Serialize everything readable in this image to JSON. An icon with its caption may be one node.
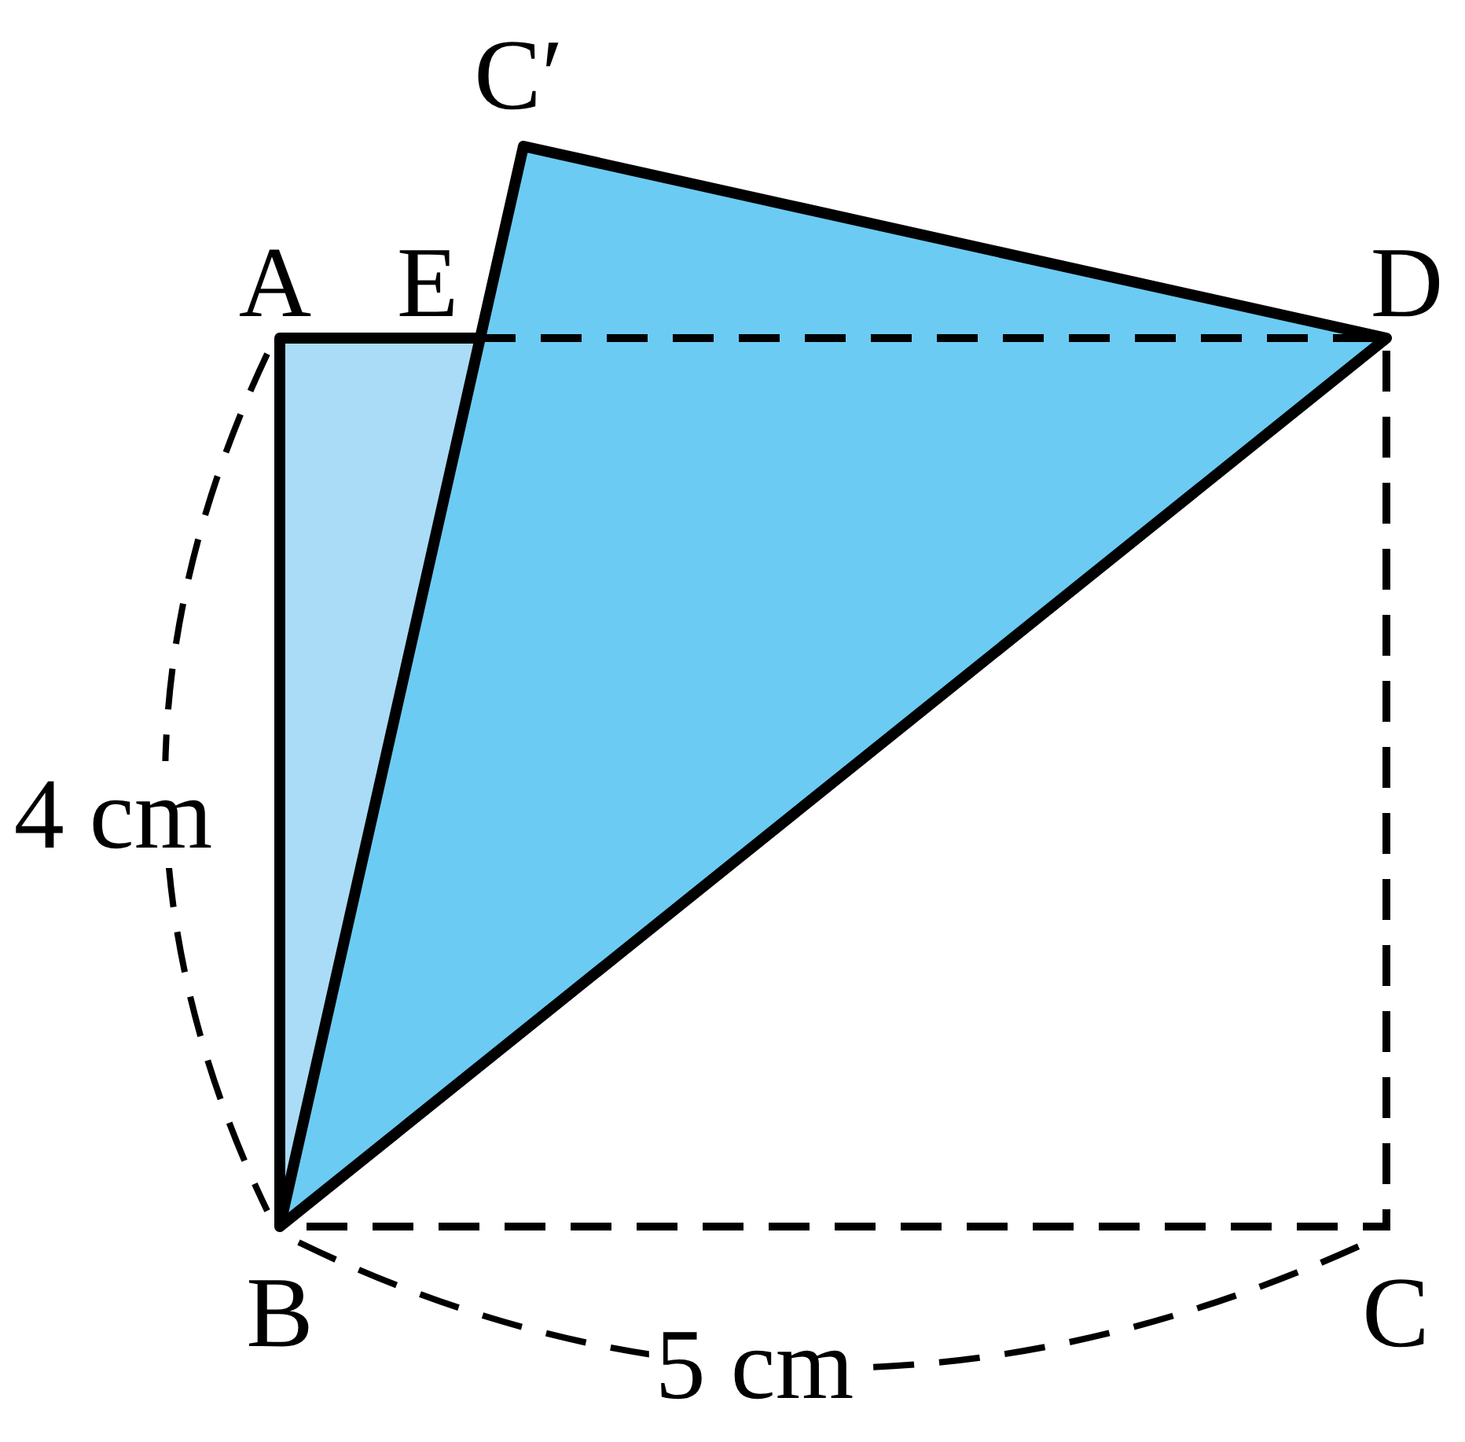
{
  "diagram": {
    "labels": [
      "C′",
      "A",
      "E",
      "D",
      "4 cm",
      "B",
      "5 cm",
      "C"
    ]
  }
}
